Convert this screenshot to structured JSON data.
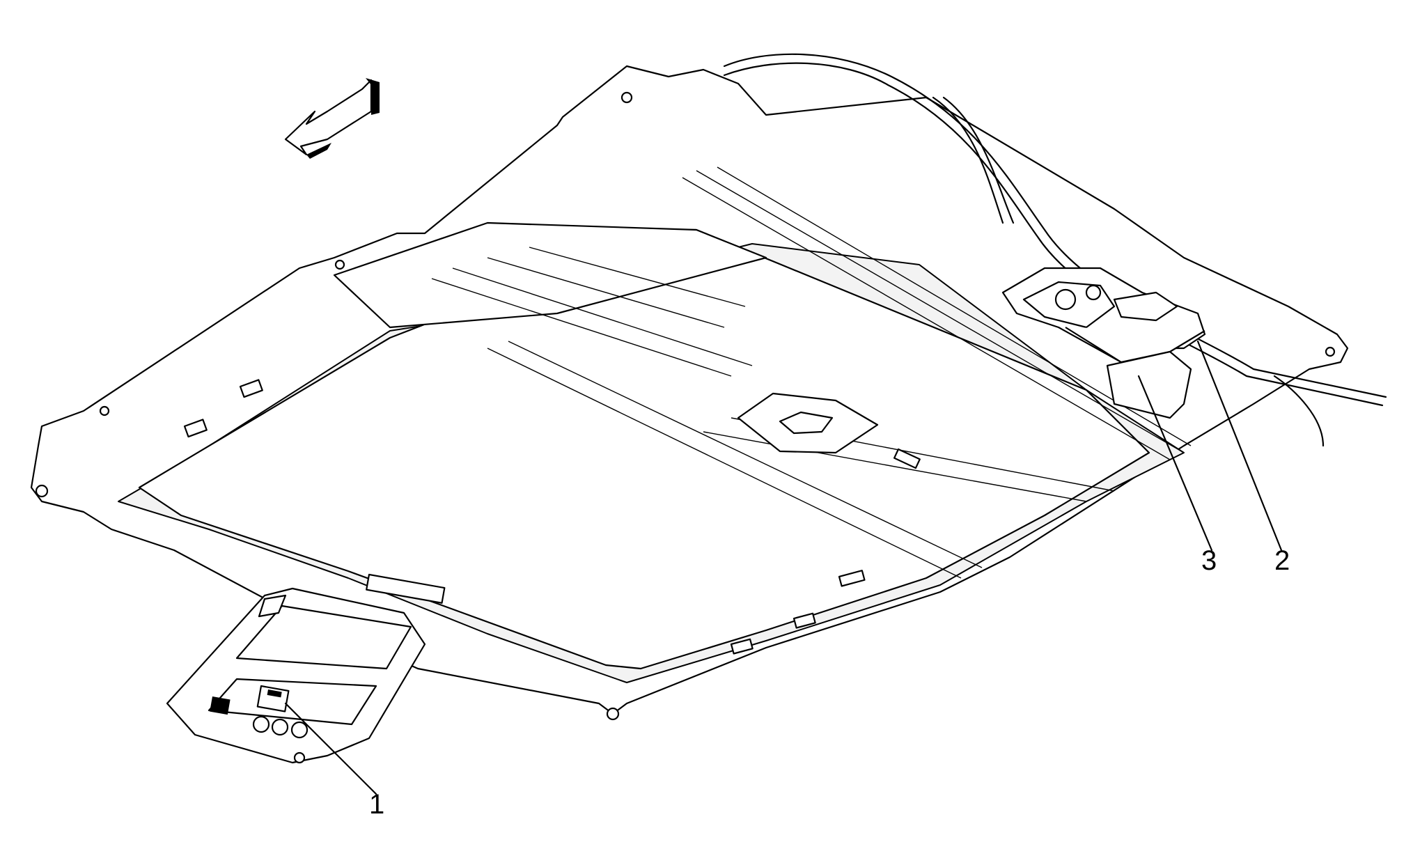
{
  "callouts": [
    {
      "id": "1",
      "label": "1"
    },
    {
      "id": "2",
      "label": "2"
    },
    {
      "id": "3",
      "label": "3"
    }
  ],
  "icons": {
    "direction_arrow": "forward-direction-arrow-icon"
  }
}
